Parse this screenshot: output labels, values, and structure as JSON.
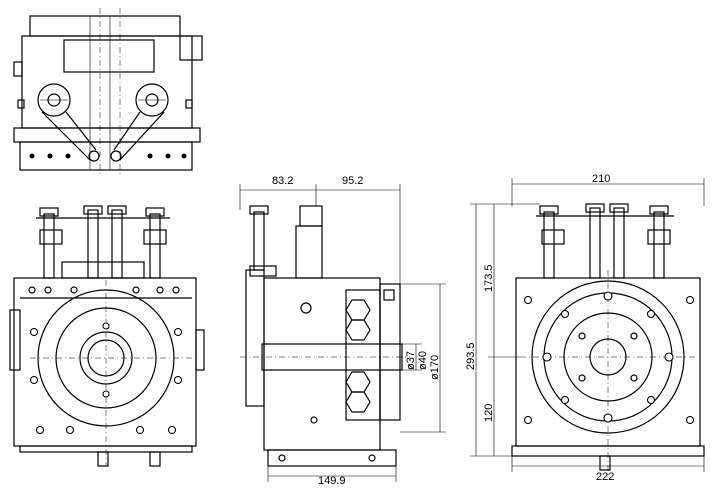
{
  "dimensions": {
    "d_83_2": "83.2",
    "d_95_2": "95.2",
    "d_149_9": "149.9",
    "d_37": "ø37",
    "d_40": "ø40",
    "d_170": "ø170",
    "d_210": "210",
    "d_222": "222",
    "d_173_5": "173.5",
    "d_293_5": "293.5",
    "d_120": "120"
  }
}
